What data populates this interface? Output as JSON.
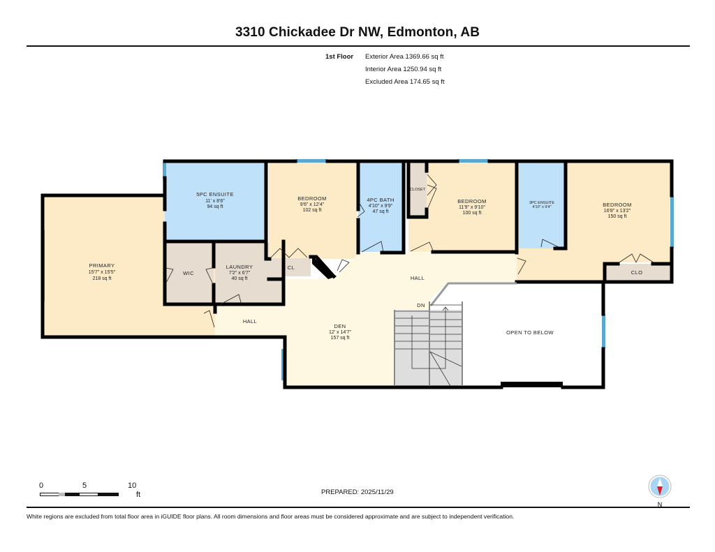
{
  "header": {
    "title": "3310 Chickadee Dr NW, Edmonton, AB"
  },
  "areas": {
    "floor_label": "1st Floor",
    "exterior": "Exterior Area 1369.66 sq ft",
    "interior": "Interior Area 1250.94 sq ft",
    "excluded": "Excluded Area 174.65 sq ft"
  },
  "rooms": {
    "primary": {
      "name": "PRIMARY",
      "dims": "15'7\" x 15'5\"",
      "area": "218 sq ft"
    },
    "ensuite5": {
      "name": "5PC ENSUITE",
      "dims": "11' x 8'6\"",
      "area": "94 sq ft"
    },
    "wic": {
      "name": "WIC"
    },
    "laundry": {
      "name": "LAUNDRY",
      "dims": "7'2\" x 6'7\"",
      "area": "40 sq ft"
    },
    "hall_left": {
      "name": "HALL"
    },
    "bedroom1": {
      "name": "BEDROOM",
      "dims": "9'6\" x 12'4\"",
      "area": "102 sq ft"
    },
    "cl": {
      "name": "CL"
    },
    "bath4": {
      "name": "4PC BATH",
      "dims": "4'10\" x 9'9\"",
      "area": "47 sq ft"
    },
    "closet": {
      "name": "CLOSET"
    },
    "bedroom2": {
      "name": "BEDROOM",
      "dims": "11'9\" x 9'10\"",
      "area": "100 sq ft"
    },
    "ensuite3": {
      "name": "3PC ENSUITE",
      "dims": "4'10\" x 9'4\""
    },
    "bedroom3": {
      "name": "BEDROOM",
      "dims": "16'8\" x 13'2\"",
      "area": "150 sq ft"
    },
    "clo": {
      "name": "CLO"
    },
    "hall_main": {
      "name": "HALL"
    },
    "den": {
      "name": "DEN",
      "dims": "12' x 14'7\"",
      "area": "157 sq ft"
    },
    "stairs": {
      "name": "DN"
    },
    "open": {
      "name": "OPEN TO BELOW"
    }
  },
  "colors": {
    "living": "#fcebc6",
    "hall": "#fef7e2",
    "bath": "#bfe1fa",
    "utility": "#e6dcd0",
    "stair": "#dedede",
    "wall": "#000000",
    "window": "#5aa7cf",
    "compass_fill": "#a9d4f2",
    "compass_needle": "#d9202a"
  },
  "scale": {
    "ticks": [
      "0",
      "5",
      "10"
    ],
    "unit": "ft"
  },
  "footer": {
    "prepared": "PREPARED: 2025/11/29",
    "disclaimer": "White regions are excluded from total floor area in iGUIDE floor plans. All room dimensions and floor areas must be considered approximate and are subject to independent verification."
  },
  "compass": {
    "label": "N"
  }
}
